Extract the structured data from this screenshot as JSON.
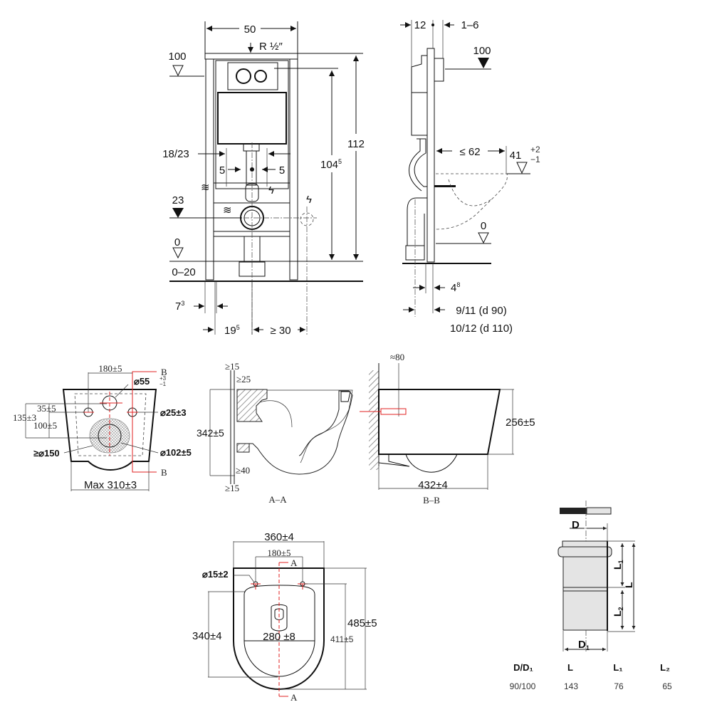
{
  "front_view": {
    "width": "50",
    "supply": "R ½″",
    "level_100": "100",
    "height_total": "112",
    "height_inner": "104",
    "height_inner_sup": "5",
    "outlet_span": "18/23",
    "offset_left": "5",
    "offset_right": "5",
    "level_23": "23",
    "level_0": "0",
    "floor_range": "0–20",
    "foot": "7",
    "foot_sup": "3",
    "pipe_offset": "19",
    "pipe_offset_sup": "5",
    "power_min": "≥ 30"
  },
  "side_view": {
    "depth": "12",
    "wall_gap": "1–6",
    "level_100": "100",
    "bowl_reach": "≤ 62",
    "bowl_height": "41",
    "tol_plus": "+2",
    "tol_minus": "−1",
    "level_0": "0",
    "foot": "4",
    "foot_sup": "8",
    "pipe_90": "9/11 (d 90)",
    "pipe_110": "10/12 (d 110)"
  },
  "rear_view": {
    "bolt_spacing": "180±5",
    "inlet_dia": "⌀55",
    "inlet_tol_plus": "+3",
    "inlet_tol_minus": "−1",
    "inlet_height_a": "35±5",
    "total_height": "135±3",
    "inlet_height_b": "100±5",
    "bolt_dia": "⌀25±3",
    "outlet_min": "≥⌀150",
    "outlet_dia": "⌀102±5",
    "max_width": "Max 310±3",
    "section_mark": "B"
  },
  "section_aa": {
    "top_gap": "≥15",
    "inlet_gap": "≥25",
    "height": "342±5",
    "outlet_gap": "≥40",
    "bottom_gap": "≥15",
    "caption": "A–A"
  },
  "section_bb": {
    "bolt_len": "≈80",
    "height": "256±5",
    "length": "432±4",
    "caption": "B–B"
  },
  "top_view": {
    "width": "360±4",
    "bolt_spacing": "180±5",
    "bolt_hole": "⌀15±2",
    "length": "485±5",
    "seat_length": "340±4",
    "seat_width": "280 ±8",
    "hole_to_front": "411±5",
    "section_mark": "A"
  },
  "pipe_fitting": {
    "label_d": "D",
    "label_d1": "D",
    "label_d1_sub": "1",
    "label_l": "L",
    "label_l1": "L",
    "label_l1_sub": "1",
    "label_l2": "L",
    "label_l2_sub": "2",
    "table": {
      "headers": [
        "D/D₁",
        "L",
        "L₁",
        "L₂"
      ],
      "rows": [
        [
          "90/100",
          "143",
          "76",
          "65"
        ]
      ]
    }
  }
}
